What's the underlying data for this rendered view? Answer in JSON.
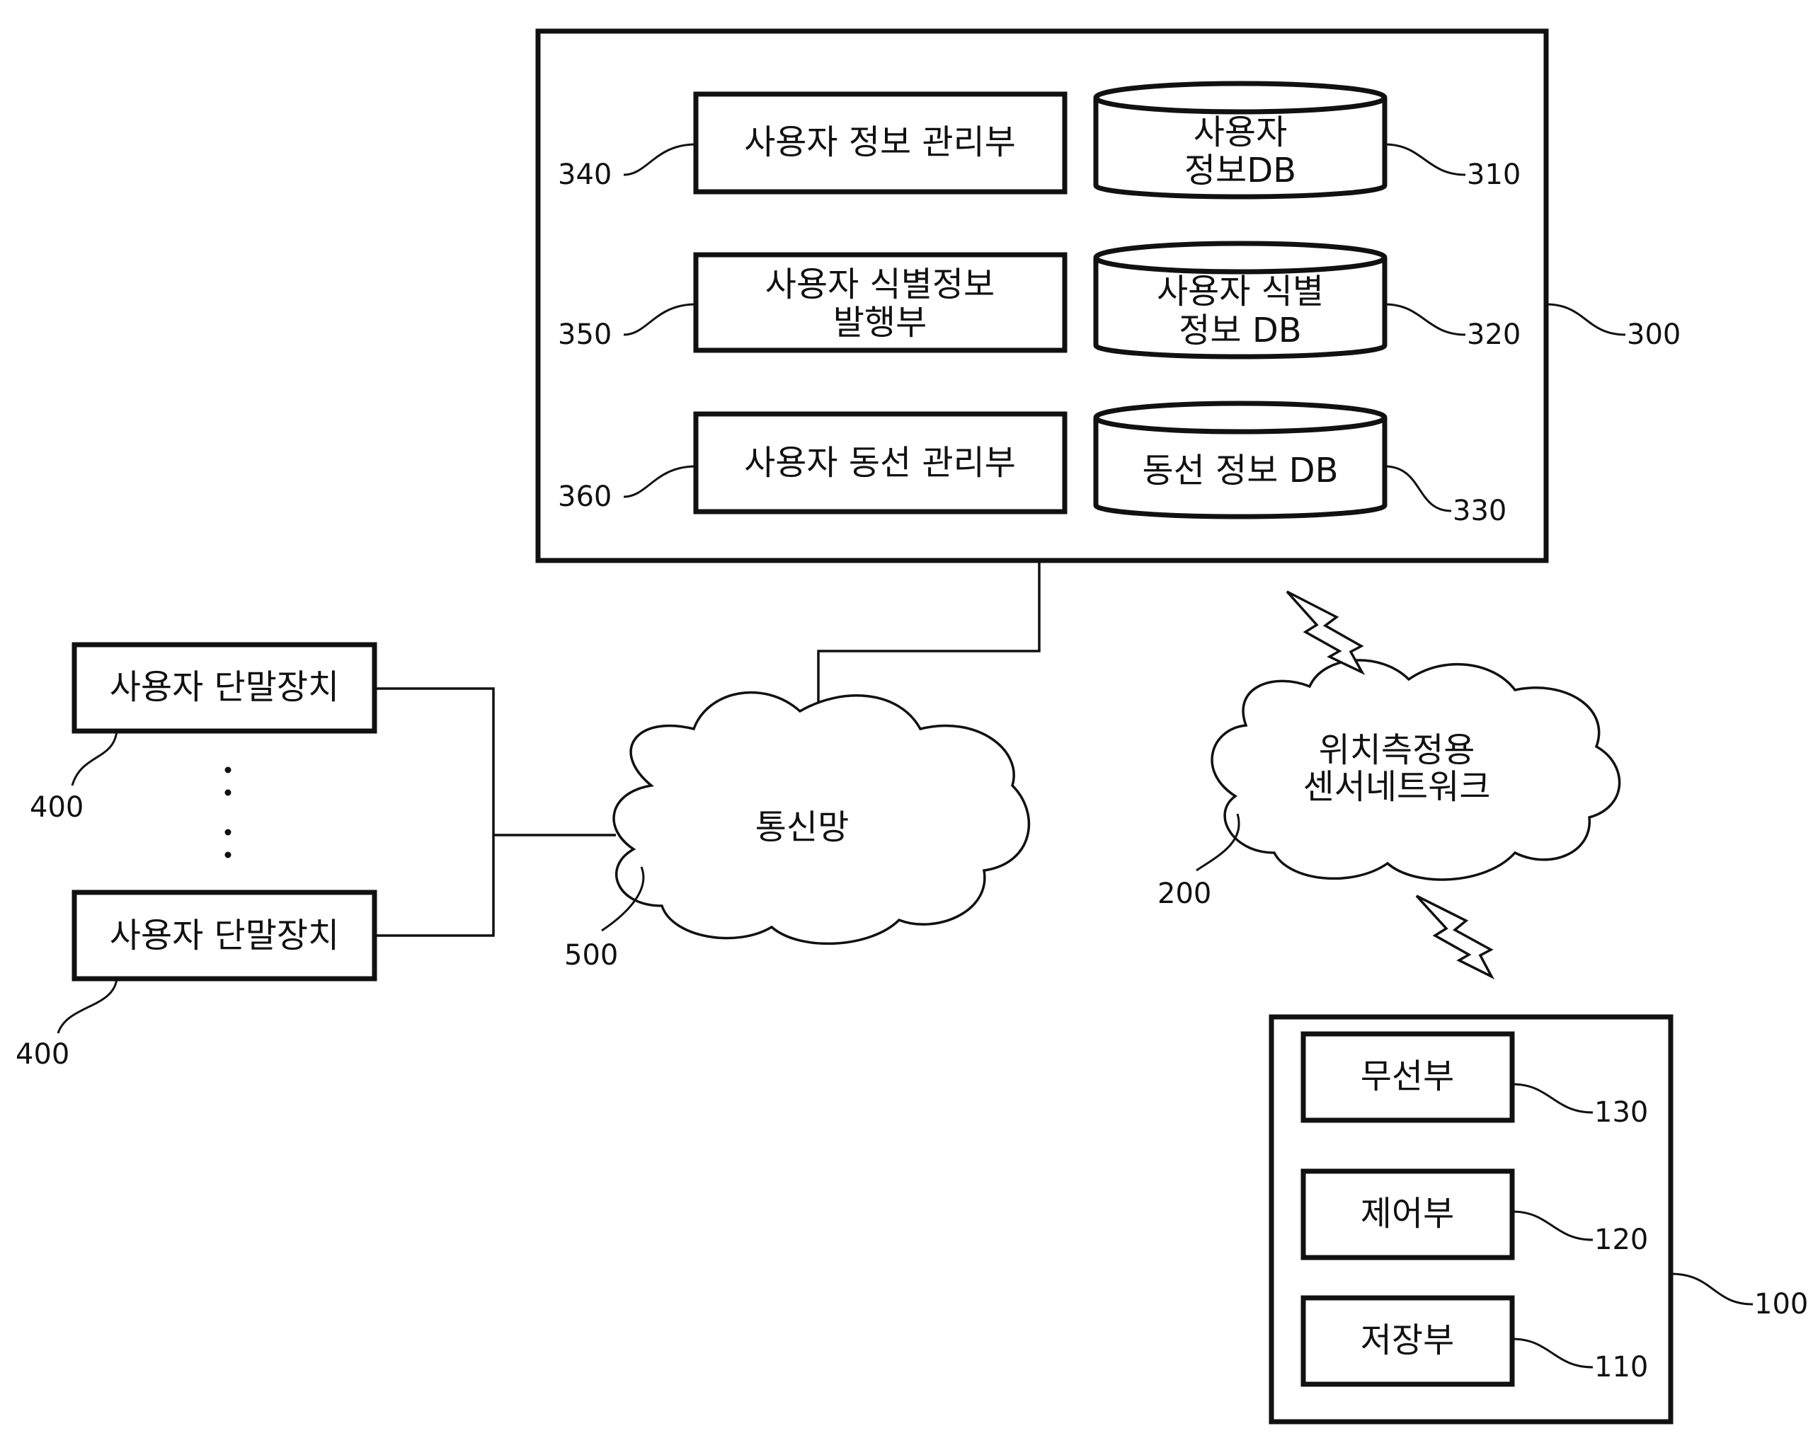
{
  "server": {
    "ref": "300",
    "modules": [
      {
        "ref": "340",
        "label": "사용자 정보 관리부"
      },
      {
        "ref": "350",
        "line1": "사용자 식별정보",
        "line2": "발행부"
      },
      {
        "ref": "360",
        "label": "사용자 동선 관리부"
      }
    ],
    "databases": [
      {
        "ref": "310",
        "line1": "사용자",
        "line2": "정보DB"
      },
      {
        "ref": "320",
        "line1": "사용자 식별",
        "line2": "정보 DB"
      },
      {
        "ref": "330",
        "label": "동선 정보 DB"
      }
    ]
  },
  "terminals": {
    "label": "사용자 단말장치",
    "ref": "400"
  },
  "network": {
    "label": "통신망",
    "ref": "500"
  },
  "sensor_network": {
    "line1": "위치측정용",
    "line2": "센서네트워크",
    "ref": "200"
  },
  "device": {
    "ref": "100",
    "units": [
      {
        "label": "무선부",
        "ref": "130"
      },
      {
        "label": "제어부",
        "ref": "120"
      },
      {
        "label": "저장부",
        "ref": "110"
      }
    ]
  }
}
